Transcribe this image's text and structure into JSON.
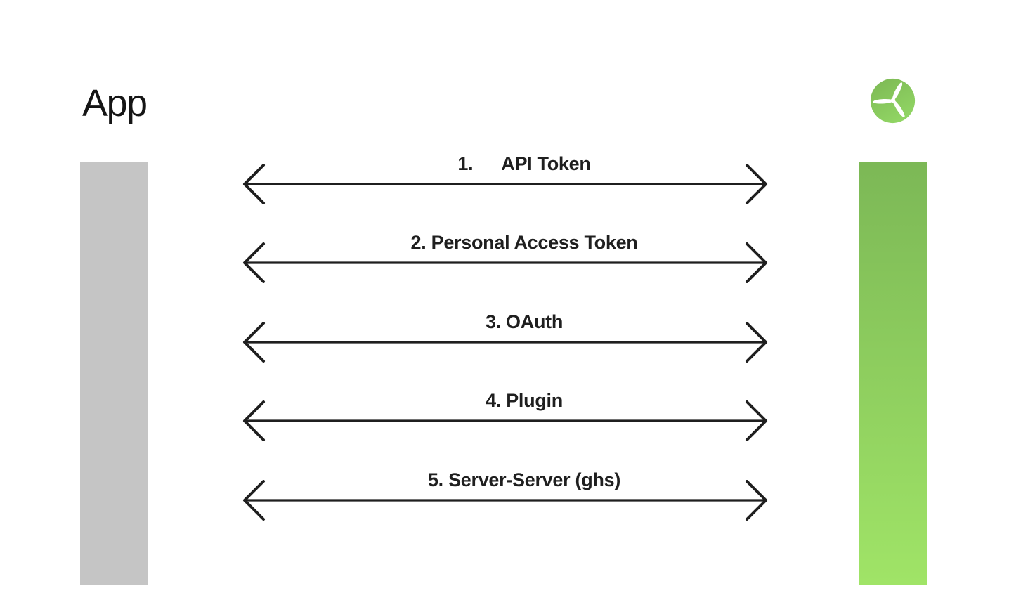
{
  "diagram": {
    "title": "App",
    "logo": {
      "name": "turbine-logo",
      "circle_color_top": "#7eba55",
      "circle_color_bottom": "#92d765",
      "blade_color": "#ffffff"
    },
    "lifelines": {
      "app_bar_color": "#c5c5c5",
      "service_bar_gradient_top": "#7cb856",
      "service_bar_gradient_bottom": "#a0e467"
    },
    "arrows": {
      "stroke_color": "#1f1f1f",
      "label_color": "#1f1f1f",
      "items": [
        {
          "label": "1.  API Token"
        },
        {
          "label": "2. Personal Access Token"
        },
        {
          "label": "3. OAuth"
        },
        {
          "label": "4. Plugin"
        },
        {
          "label": "5. Server-Server (ghs)"
        }
      ]
    }
  }
}
